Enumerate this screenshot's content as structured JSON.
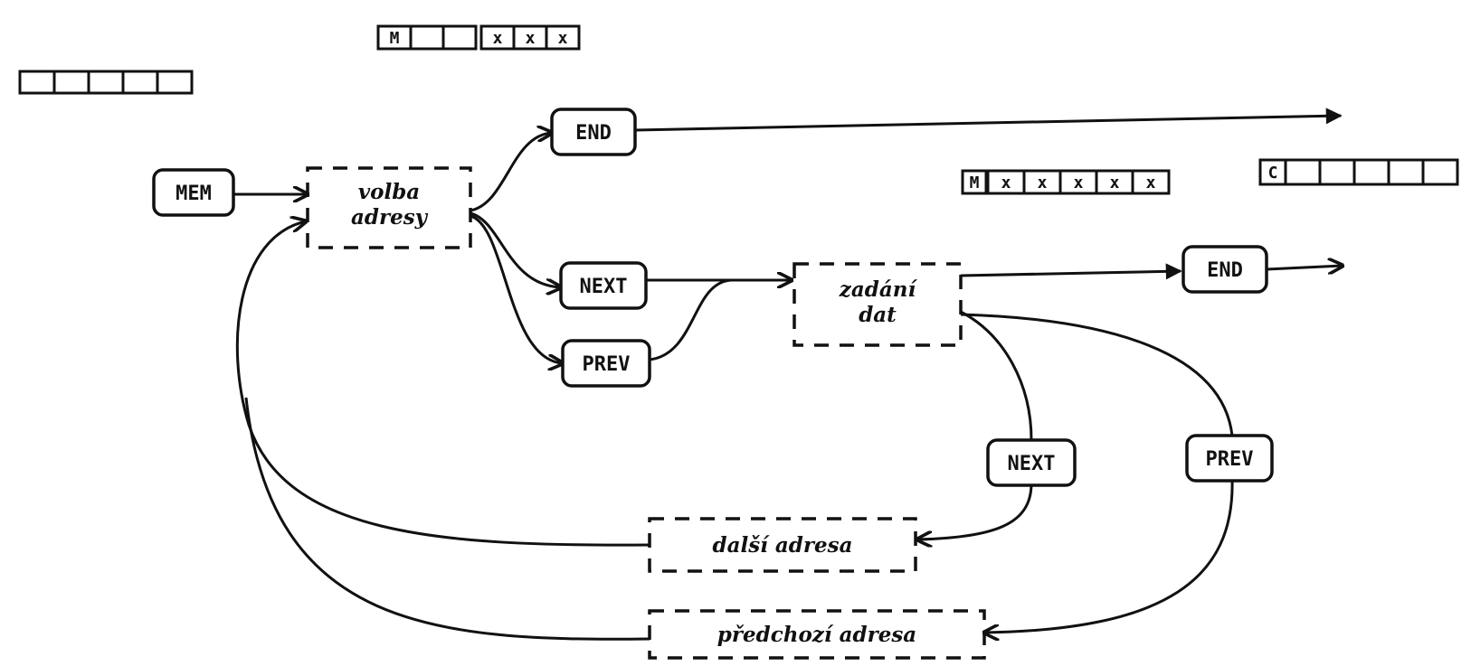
{
  "displays": {
    "top_left": [
      "",
      "",
      "",
      "",
      ""
    ],
    "top_center": [
      "M",
      "",
      "",
      "x",
      "x",
      "x"
    ],
    "mid_right": [
      "M",
      "x",
      "x",
      "x",
      "x",
      "x"
    ],
    "far_right": [
      "C",
      "",
      "",
      "",
      "",
      ""
    ]
  },
  "keys": {
    "mem": "MEM",
    "end_top": "END",
    "next_left": "NEXT",
    "prev_left": "PREV",
    "end_right": "END",
    "next_right": "NEXT",
    "prev_right": "PREV"
  },
  "processes": {
    "address_select": [
      "volba",
      "adresy"
    ],
    "data_entry": [
      "zadání",
      "dat"
    ],
    "next_address": "další adresa",
    "previous_address": "předchozí adresa"
  }
}
